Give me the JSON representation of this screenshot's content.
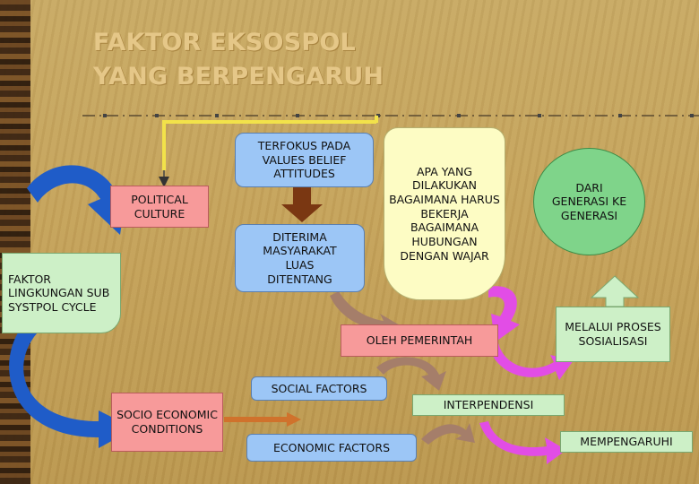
{
  "title": {
    "line1": "FAKTOR EKSOSPOL",
    "line2": "YANG BERPENGARUH"
  },
  "boxes": {
    "terfokus": "TERFOKUS PADA VALUES BELIEF ATTITUDES",
    "apa_yang": "APA YANG DILAKUKAN BAGAIMANA HARUS BEKERJA BAGAIMANA HUBUNGAN DENGAN WAJAR",
    "political_culture": "POLITICAL CULTURE",
    "dari_generasi": "DARI GENERASI KE GENERASI",
    "faktor_lingkungan": "FAKTOR LINGKUNGAN SUB SYSTPOL CYCLE",
    "diterima": "DITERIMA MASYARAKAT LUAS DITENTANG",
    "oleh_pemerintah": "OLEH PEMERINTAH",
    "melalui_proses": "MELALUI PROSES SOSIALISASI",
    "social_factors": "SOCIAL FACTORS",
    "socio_economic": "SOCIO ECONOMIC CONDITIONS",
    "interpendensi": "INTERPENDENSI",
    "economic_factors": "ECONOMIC FACTORS",
    "mempengaruhi": "MEMPENGARUHI"
  },
  "colors": {
    "blue_box": "#9cc6f6",
    "pink_box": "#f79a9a",
    "green_box": "#cdf0c7",
    "yellow_box": "#fdfcc4",
    "green_circle": "#7fd48a",
    "blue_arrow": "#1f5cc8",
    "brown_arrow": "#7a3712",
    "magenta_arrow": "#e24de6",
    "tan_arrow": "#a57e6a",
    "orange_arrow": "#d0722c"
  }
}
